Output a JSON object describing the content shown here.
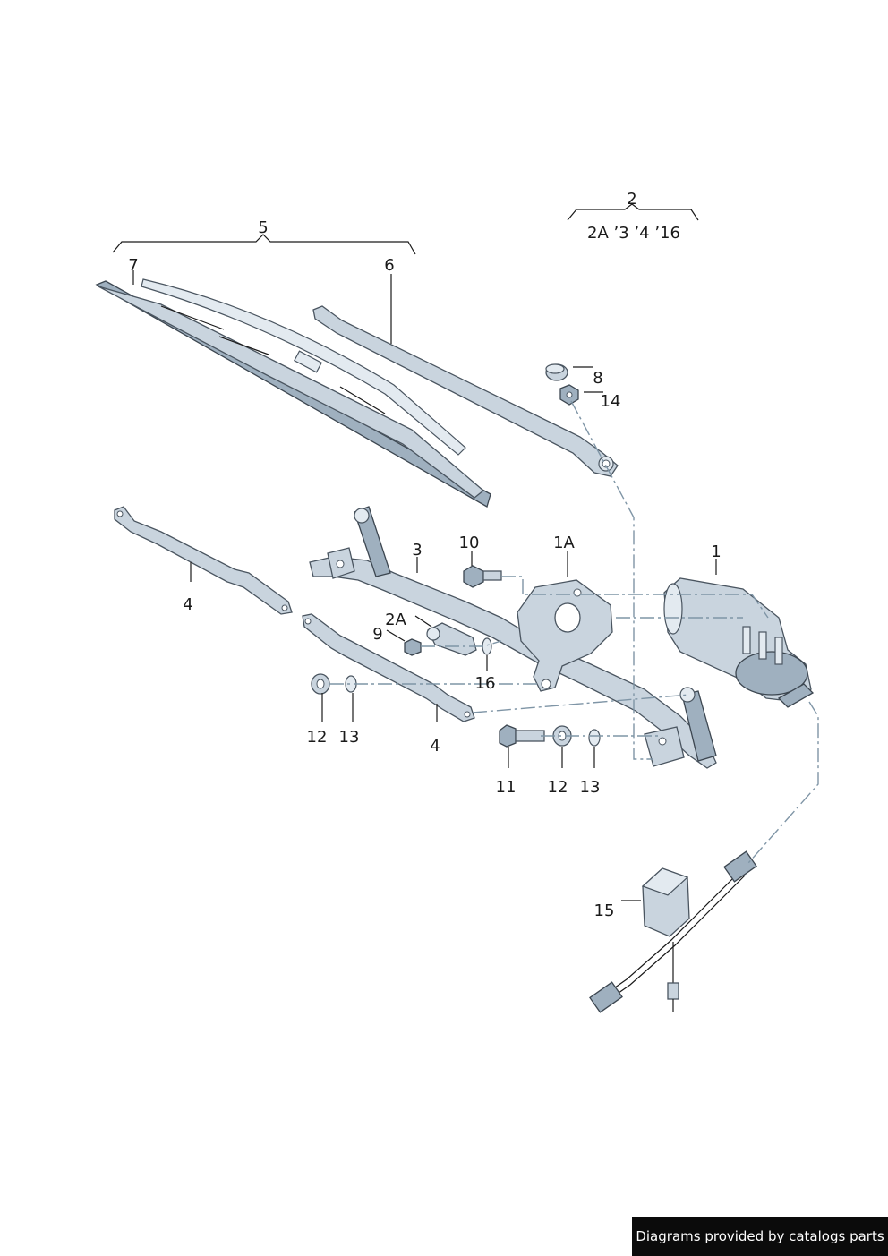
{
  "diagram": {
    "labels": {
      "l1": "1",
      "l1A": "1A",
      "l2": "2",
      "l2_sub": "2A  ’3 ’4 ’16",
      "l2A": "2A",
      "l3": "3",
      "l4a": "4",
      "l4b": "4",
      "l5": "5",
      "l6": "6",
      "l7": "7",
      "l8": "8",
      "l9": "9",
      "l10": "10",
      "l11": "11",
      "l12a": "12",
      "l12b": "12",
      "l13a": "13",
      "l13b": "13",
      "l14": "14",
      "l15": "15",
      "l16": "16"
    }
  },
  "footer": {
    "credit": "Diagrams provided by catalogs parts"
  },
  "colors": {
    "part_fill": "#c9d4de",
    "outline": "#4a5560",
    "dash_line": "#7f95a6",
    "credit_bg": "#0b0b0b"
  }
}
